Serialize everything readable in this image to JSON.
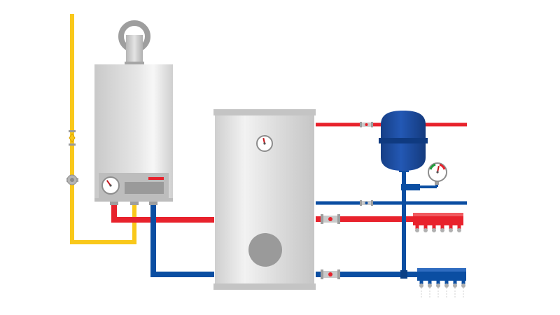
{
  "colors": {
    "background": "#ffffff",
    "gas_pipe": "#f9c81a",
    "hot_pipe": "#e8222c",
    "cold_pipe": "#0b4ea2",
    "expansion_tank": "#1c4fa3",
    "boiler_body": "#d6d6d6",
    "boiler_panel": "#bdbdbd",
    "boiler_display": "#9a9a9a",
    "tank_body": "#dcdcdc",
    "tank_cap": "#c4c4c4",
    "tank_hatch": "#9a9a9a",
    "flue": "#9e9e9e",
    "gauge_needle": "#c4161c",
    "valve_body": "#c9c9c9"
  },
  "icons": {
    "gas_valve": "gas-valve-icon",
    "gas_filter": "gas-filter-icon",
    "boiler_gauge": "boiler-pressure-gauge-icon",
    "tank_gauge": "tank-thermometer-icon",
    "system_gauge": "system-pressure-gauge-icon",
    "ball_valve": "ball-valve-icon"
  },
  "gauges": {
    "boiler": {
      "level": 0.35
    },
    "tank": {
      "level": 0.45
    },
    "system": {
      "level": 0.55
    }
  },
  "hot_manifold": {
    "outlets": 6
  },
  "cold_manifold": {
    "outlets": 6
  }
}
